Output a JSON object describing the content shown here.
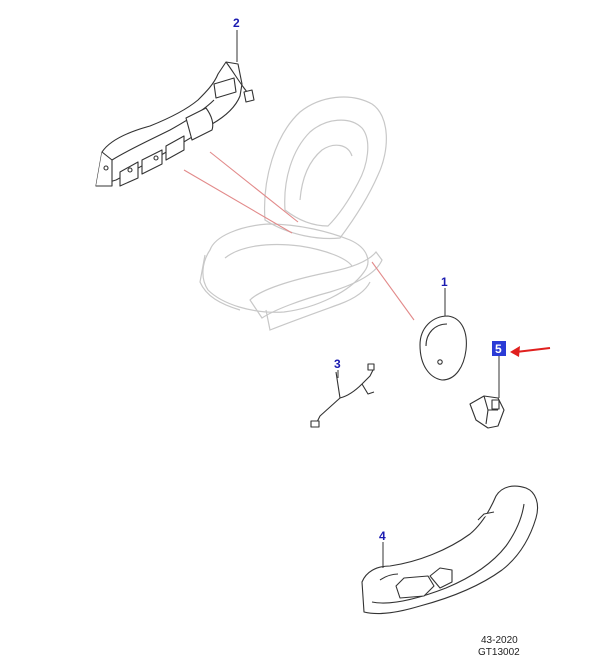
{
  "callouts": [
    {
      "id": "1",
      "label": "1"
    },
    {
      "id": "2",
      "label": "2"
    },
    {
      "id": "3",
      "label": "3"
    },
    {
      "id": "4",
      "label": "4"
    },
    {
      "id": "5",
      "label": "5"
    }
  ],
  "reference": {
    "line1": "43-2020",
    "line2": "GT13002"
  },
  "colors": {
    "callout_text": "#1a1ab0",
    "highlight_box": "#2a3bd6",
    "pointer_arrow": "#e0201e",
    "seat_outline": "#c8c8c8",
    "leader_line": "#e28a8a",
    "part_line": "#333333"
  }
}
